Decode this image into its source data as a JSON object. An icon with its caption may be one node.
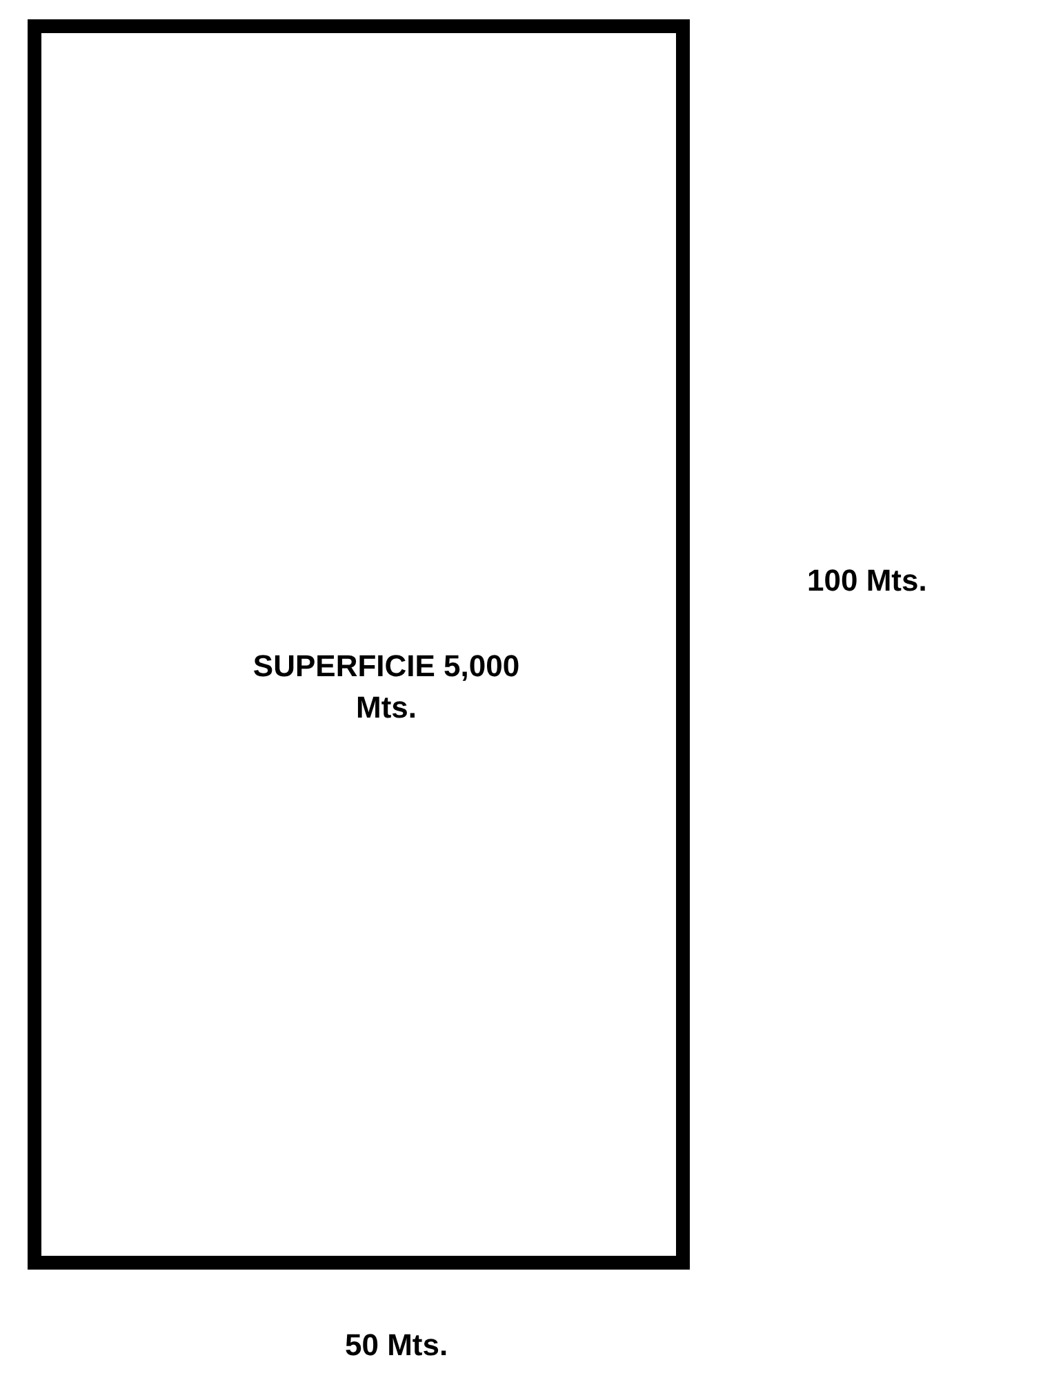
{
  "diagram": {
    "nodes": [
      {
        "text": [
          "SUPERFICIE 5,000 Mts."
        ]
      }
    ],
    "labels": [
      "100 Mts.",
      "50 Mts."
    ]
  }
}
